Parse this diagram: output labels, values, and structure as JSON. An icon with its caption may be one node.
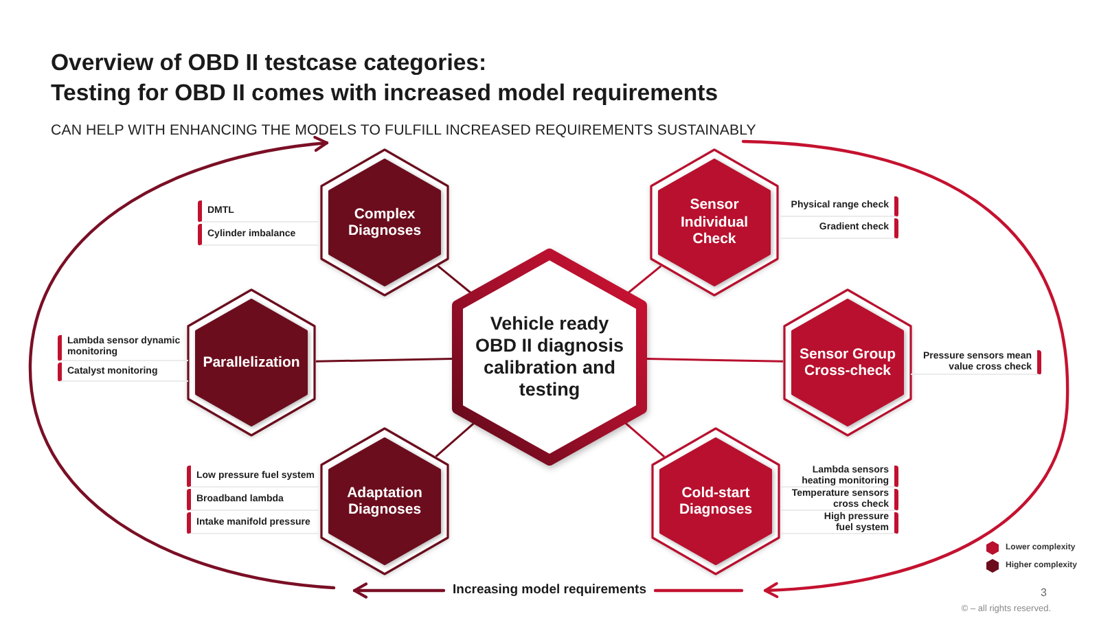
{
  "diagram": {
    "title": "Overview of OBD II testcase categories: Testing for OBD II comes with increased model requirements",
    "nodes": [
      {
        "text": [
          "Complex Diagnoses"
        ],
        "beside": [
          "DMTL",
          "Cylinder imbalance"
        ]
      },
      {
        "text": [
          "Sensor Individual Check"
        ],
        "beside": [
          "Physical range check",
          "Gradient check"
        ]
      },
      {
        "text": [
          "Parallelization"
        ],
        "beside": [
          "Lambda sensor dynamic monitoring",
          "Catalyst monitoring"
        ]
      },
      {
        "text": [
          "Vehicle ready OBD II diagnosis calibration and testing"
        ]
      },
      {
        "text": [
          "Sensor Group Cross-check"
        ],
        "beside": [
          "Pressure sensors mean value cross check"
        ]
      },
      {
        "text": [
          "Adaptation Diagnoses"
        ],
        "beside": [
          "Low pressure fuel system",
          "Broadband lambda",
          "Intake manifold pressure"
        ]
      },
      {
        "text": [
          "Cold-start Diagnoses"
        ],
        "beside": [
          "Lambda sensors heating monitoring",
          "Temperature sensors cross check",
          "High pressure fuel system"
        ]
      }
    ],
    "edges": [
      {
        "from": 3,
        "to": 0,
        "arrow": "none",
        "color": "#6e0e1d"
      },
      {
        "from": 3,
        "to": 1,
        "arrow": "none"
      },
      {
        "from": 3,
        "to": 2,
        "arrow": "none",
        "color": "#6e0e1d"
      },
      {
        "from": 3,
        "to": 4,
        "arrow": "none"
      },
      {
        "from": 3,
        "to": 5,
        "arrow": "none",
        "color": "#6e0e1d"
      },
      {
        "from": 3,
        "to": 6,
        "arrow": "none"
      }
    ],
    "labels": [
      "CAN HELP WITH ENHANCING THE MODELS TO FULFILL INCREASED REQUIREMENTS SUSTAINABLY",
      "Increasing model requirements",
      "3",
      "© – all rights reserved."
    ],
    "legend": [
      {
        "text": "Lower complexity",
        "color": "#b8102e"
      },
      {
        "text": "Higher complexity",
        "color": "#6b0d1d"
      }
    ]
  }
}
